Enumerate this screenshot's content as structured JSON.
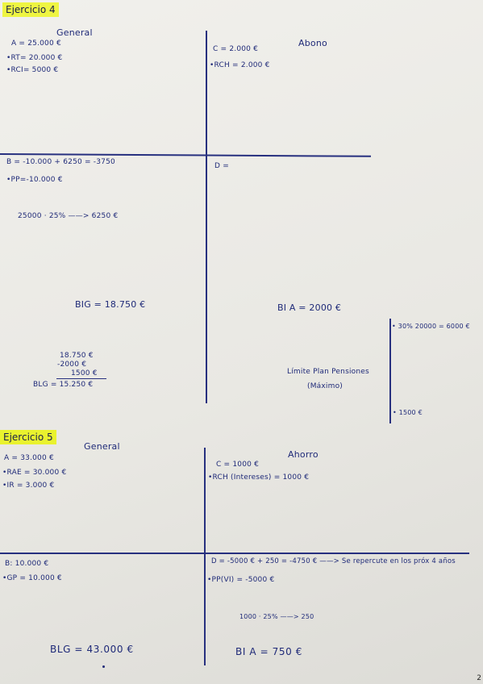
{
  "ejercicio4": {
    "title": "Ejercicio 4",
    "general_label": "General",
    "abono_label": "Abono",
    "A": "A = 25.000 €",
    "RT": "•RT= 20.000 €",
    "RCI": "•RCI= 5000 €",
    "C": "C = 2.000 €",
    "RCH": "•RCH = 2.000 €",
    "B": "B = -10.000 + 6250 = -3750",
    "PP": "•PP=-10.000 €",
    "calc": "25000 · 25% ——> 6250 €",
    "D": "D =",
    "BIG": "BIG = 18.750 €",
    "BIA": "BI A = 2000 €",
    "limit_top": "• 30% 20000 = 6000 €",
    "limite": "Límite Plan Pensiones",
    "maximo": "(Máximo)",
    "limit_bottom": "• 1500 €",
    "sub1": "18.750 €",
    "sub2": "-2000 €",
    "sub3": "1500 €",
    "BLG": "BLG = 15.250 €"
  },
  "ejercicio5": {
    "title": "Ejercicio 5",
    "general_label": "General",
    "abono_label": "Ahorro",
    "A": "A = 33.000 €",
    "RAE": "•RAE = 30.000 €",
    "IR": "•IR = 3.000 €",
    "C": "C = 1000 €",
    "RCH": "•RCH (Intereses) = 1000 €",
    "B": "B: 10.000 €",
    "GP": "•GP = 10.000 €",
    "D": "D = -5000 € + 250 = -4750 € ——> Se repercute en los próx 4 años",
    "PP": "•PP(VI) = -5000 €",
    "calc": "1000 · 25% ——> 250",
    "BLG": "BLG = 43.000 €",
    "BIA": "BI A = 750 €"
  },
  "page_number": "2"
}
